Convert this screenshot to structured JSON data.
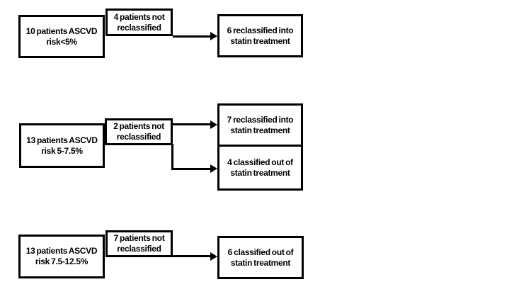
{
  "canvas": {
    "background": "#ffffff",
    "line_color": "#000000",
    "text_color": "#000000"
  },
  "rows": [
    {
      "source": {
        "line1": "10 patients ASCVD",
        "line2": "risk<5%"
      },
      "not_reclassified": {
        "line1": "4 patients not",
        "line2": "reclassified"
      },
      "outcomes": [
        {
          "line1": "6 reclassified into",
          "line2": "statin treatment"
        }
      ]
    },
    {
      "source": {
        "line1": "13 patients ASCVD",
        "line2": "risk 5-7.5%"
      },
      "not_reclassified": {
        "line1": "2 patients not",
        "line2": "reclassified"
      },
      "outcomes": [
        {
          "line1": "7 reclassified into",
          "line2": "statin treatment"
        },
        {
          "line1": "4 classified out of",
          "line2": "statin treatment"
        }
      ]
    },
    {
      "source": {
        "line1": "13 patients ASCVD",
        "line2": "risk 7.5-12.5%"
      },
      "not_reclassified": {
        "line1": "7 patients not",
        "line2": "reclassified"
      },
      "outcomes": [
        {
          "line1": "6 classified out of",
          "line2": "statin treatment"
        }
      ]
    }
  ]
}
